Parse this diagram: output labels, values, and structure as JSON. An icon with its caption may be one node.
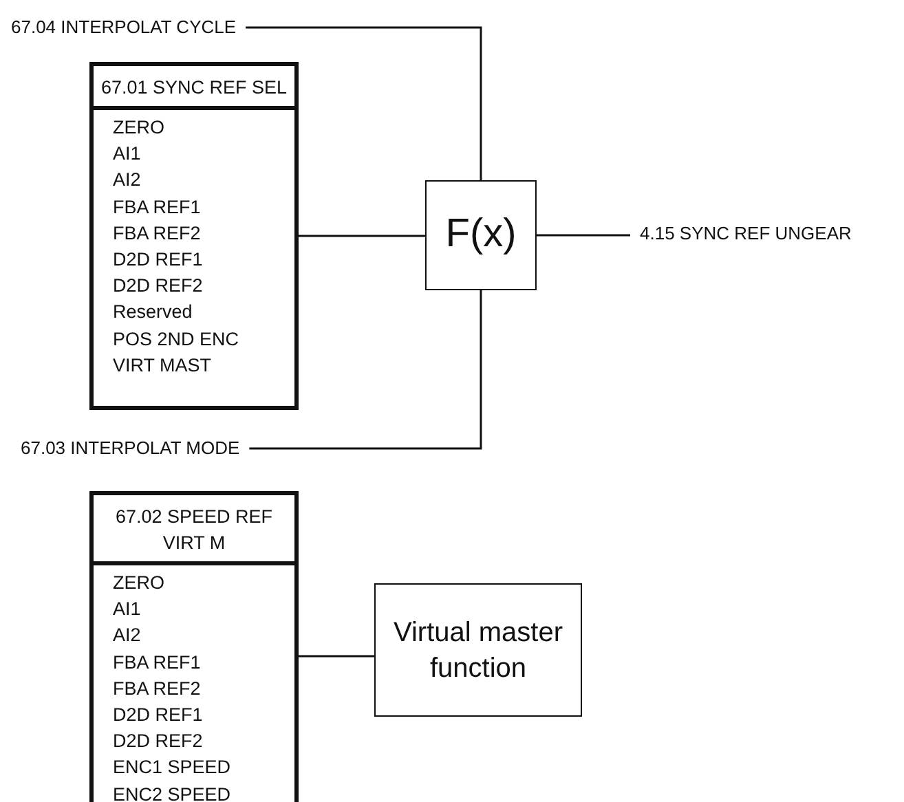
{
  "diagram": {
    "nodes": [
      {
        "text": [
          "67.04 INTERPOLAT CYCLE"
        ]
      },
      {
        "text": [
          "67.01 SYNC REF SEL",
          "ZERO",
          "AI1",
          "AI2",
          "FBA REF1",
          "FBA REF2",
          "D2D REF1",
          "D2D REF2",
          "Reserved",
          "POS 2ND ENC",
          "VIRT MAST"
        ]
      },
      {
        "text": [
          "F(x)"
        ]
      },
      {
        "text": [
          "4.15 SYNC REF UNGEAR"
        ]
      },
      {
        "text": [
          "67.03 INTERPOLAT MODE"
        ]
      },
      {
        "text": [
          "67.02 SPEED REF VIRT M",
          "ZERO",
          "AI1",
          "AI2",
          "FBA REF1",
          "FBA REF2",
          "D2D REF1",
          "D2D REF2",
          "ENC1 SPEED",
          "ENC2 SPEED"
        ]
      },
      {
        "text": [
          "Virtual master function"
        ]
      }
    ],
    "edges": [
      {
        "from": 0,
        "to": 2,
        "arrow": "none"
      },
      {
        "from": 1,
        "to": 2,
        "arrow": "none"
      },
      {
        "from": 2,
        "to": 3,
        "arrow": "none"
      },
      {
        "from": 4,
        "to": 2,
        "arrow": "none"
      },
      {
        "from": 5,
        "to": 6,
        "arrow": "none"
      }
    ]
  }
}
